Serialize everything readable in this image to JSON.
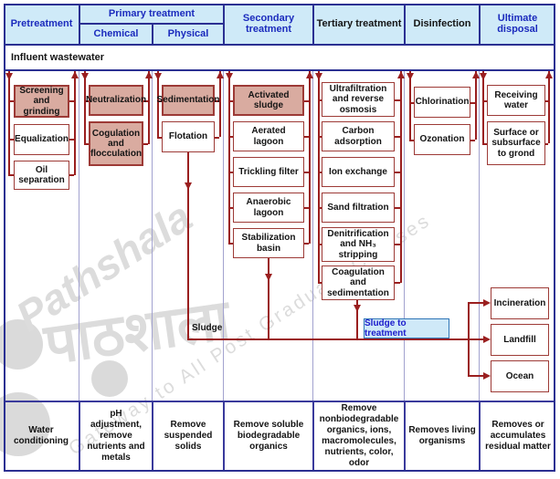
{
  "header": {
    "pretreatment": "Pretreatment",
    "primary": "Primary treatment",
    "chemical": "Chemical",
    "physical": "Physical",
    "secondary": "Secondary treatment",
    "tertiary": "Tertiary treatment",
    "disinfection": "Disinfection",
    "ultimate": "Ultimate disposal"
  },
  "influent_label": "Influent wastewater",
  "columns": [
    {
      "id": "pretreatment",
      "boxes": [
        {
          "label": "Screening and grinding",
          "filled": true
        },
        {
          "label": "Equalization",
          "filled": false
        },
        {
          "label": "Oil separation",
          "filled": false
        }
      ],
      "footer": "Water conditioning"
    },
    {
      "id": "primary-chemical",
      "boxes": [
        {
          "label": "Neutralization",
          "filled": true
        },
        {
          "label": "Cogulation and flocculation",
          "filled": true
        }
      ],
      "footer": "pH adjustment, remove nutrients and metals"
    },
    {
      "id": "primary-physical",
      "boxes": [
        {
          "label": "Sedimentation",
          "filled": true
        },
        {
          "label": "Flotation",
          "filled": false
        }
      ],
      "footer": "Remove suspended solids"
    },
    {
      "id": "secondary",
      "boxes": [
        {
          "label": "Activated sludge",
          "filled": true
        },
        {
          "label": "Aerated lagoon",
          "filled": false
        },
        {
          "label": "Trickling filter",
          "filled": false
        },
        {
          "label": "Anaerobic lagoon",
          "filled": false
        },
        {
          "label": "Stabilization basin",
          "filled": false
        }
      ],
      "footer": "Remove soluble biodegradable organics"
    },
    {
      "id": "tertiary",
      "boxes": [
        {
          "label": "Ultrafiltration and reverse osmosis",
          "filled": false
        },
        {
          "label": "Carbon adsorption",
          "filled": false
        },
        {
          "label": "Ion exchange",
          "filled": false
        },
        {
          "label": "Sand filtration",
          "filled": false
        },
        {
          "label": "Denitrification and NH₃ stripping",
          "filled": false
        },
        {
          "label": "Coagulation and sedimentation",
          "filled": false
        }
      ],
      "footer": "Remove nonbiodegradable organics, ions, macromolecules, nutrients, color, odor"
    },
    {
      "id": "disinfection",
      "boxes": [
        {
          "label": "Chlorination",
          "filled": false
        },
        {
          "label": "Ozonation",
          "filled": false
        }
      ],
      "footer": "Removes living organisms"
    },
    {
      "id": "ultimate-disposal",
      "boxes": [
        {
          "label": "Receiving water",
          "filled": false
        },
        {
          "label": "Surface or subsurface to grond",
          "filled": false
        }
      ],
      "footer": "Removes or accumulates residual matter"
    }
  ],
  "sludge": {
    "line_label": "Sludge",
    "treatment_label": "Sludge to treatment"
  },
  "disposal": [
    "Incineration",
    "Landfill",
    "Ocean"
  ],
  "watermark": {
    "script": "Pathshala",
    "hindi": "पाठशाला",
    "tagline": "Gateway to All Post Graduate Courses"
  },
  "colors": {
    "navy_border": "#2b3092",
    "header_fill": "#cfeaf8",
    "box_fill": "#d9aba0",
    "box_border": "#9d3a36",
    "line_red": "#9a1f1f",
    "blue_text": "#1b2bbd",
    "sludge_box_fill": "#cfe9f8",
    "sludge_box_border": "#2e75b6",
    "watermark_gray": "#dcdcdc"
  }
}
